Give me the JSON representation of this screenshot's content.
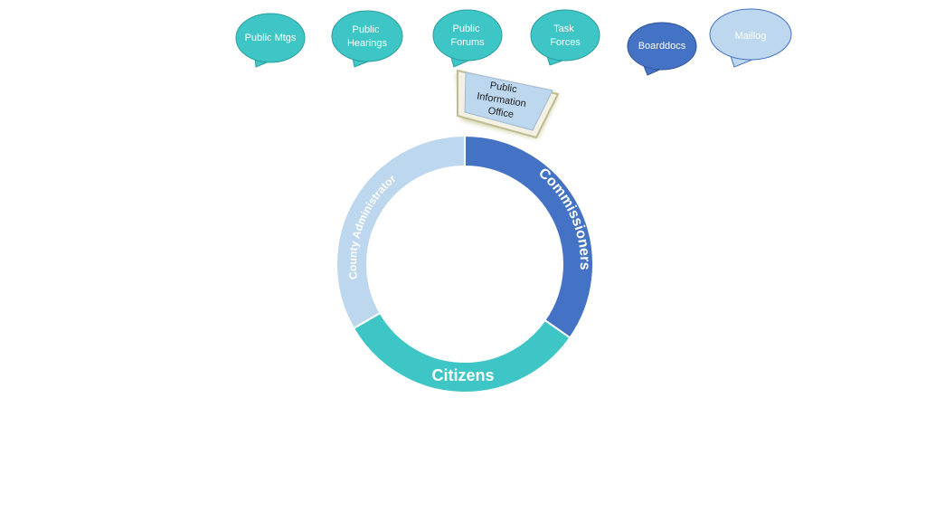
{
  "bubbles": [
    {
      "lines": [
        "Public Mtgs"
      ],
      "fill": "#3ec6c6",
      "text": "#ffffff",
      "stroke": "#2a9d9d"
    },
    {
      "lines": [
        "Public",
        "Hearings"
      ],
      "fill": "#3ec6c6",
      "text": "#ffffff",
      "stroke": "#2a9d9d"
    },
    {
      "lines": [
        "Public",
        "Forums"
      ],
      "fill": "#3ec6c6",
      "text": "#ffffff",
      "stroke": "#2a9d9d"
    },
    {
      "lines": [
        "Task",
        "Forces"
      ],
      "fill": "#3ec6c6",
      "text": "#ffffff",
      "stroke": "#2a9d9d"
    },
    {
      "lines": [
        "Boarddocs"
      ],
      "fill": "#4472c4",
      "text": "#ffffff",
      "stroke": "#2f5597"
    },
    {
      "lines": [
        "Maillog"
      ],
      "fill": "#bdd7ee",
      "text": "#ffffff",
      "stroke": "#4472c4"
    }
  ],
  "pio": {
    "lines": [
      "Public",
      "Information",
      "Office"
    ],
    "fill": "#bdd7ee",
    "text": "#1f1f1f"
  },
  "ring": {
    "segments": [
      {
        "label": "Commissioners",
        "fill": "#4472c4",
        "text": "#ffffff"
      },
      {
        "label": "Citizens",
        "fill": "#3ec6c6",
        "text": "#ffffff"
      },
      {
        "label": "County Administrator",
        "fill": "#bdd7ee",
        "text": "#ffffff"
      }
    ]
  }
}
